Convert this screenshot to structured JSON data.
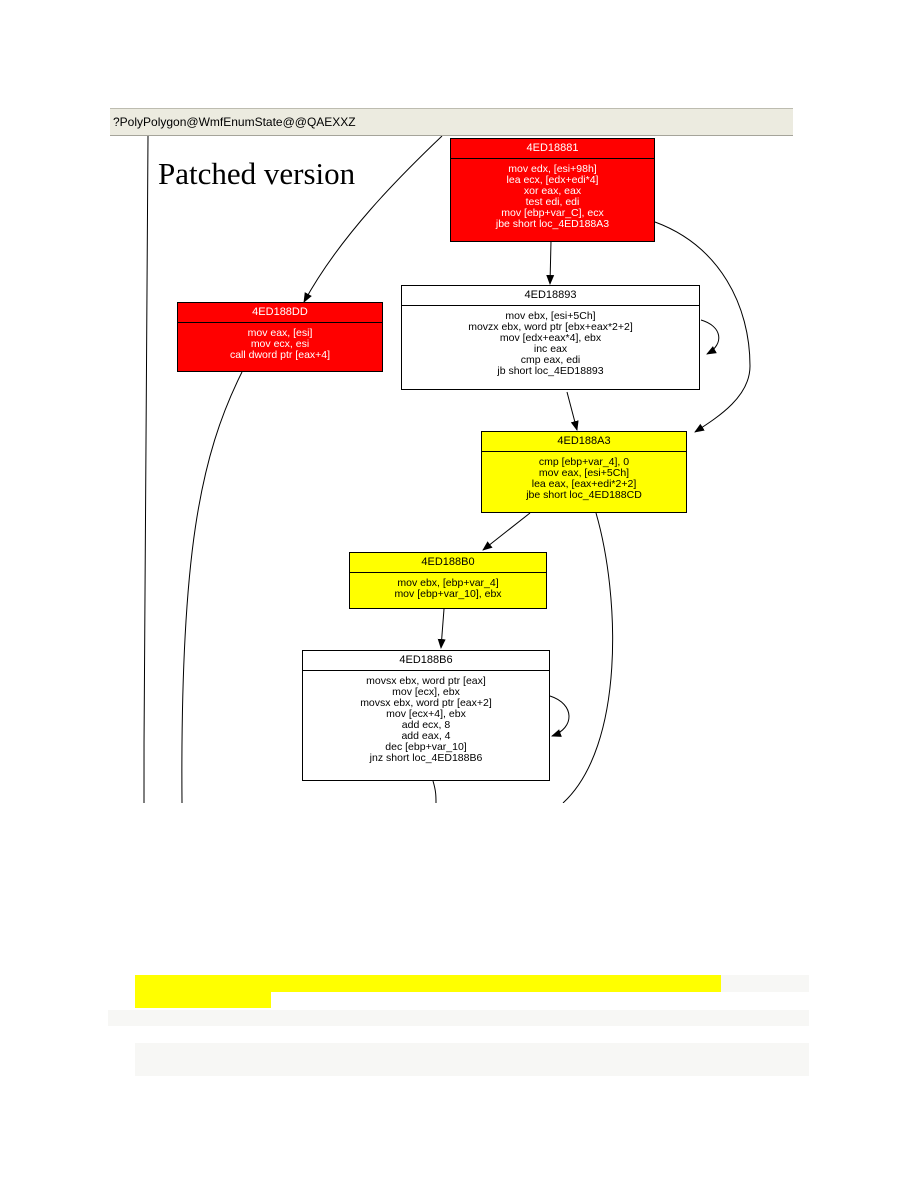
{
  "window": {
    "title": "?PolyPolygon@WmfEnumState@@QAEXXZ"
  },
  "caption": "Patched version",
  "colors": {
    "red_node": "#ff0000",
    "yellow_node": "#ffff00",
    "white_node": "#ffffff",
    "highlight": "#ffff00"
  },
  "nodes": [
    {
      "id": "n1",
      "address": "4ED18881",
      "color": "red",
      "lines": [
        "mov edx, [esi+98h]",
        "lea ecx, [edx+edi*4]",
        "xor eax, eax",
        "test edi, edi",
        "mov [ebp+var_C], ecx",
        "jbe short loc_4ED188A3"
      ]
    },
    {
      "id": "n2",
      "address": "4ED18893",
      "color": "white",
      "lines": [
        "mov ebx, [esi+5Ch]",
        "movzx ebx, word ptr [ebx+eax*2+2]",
        "mov [edx+eax*4], ebx",
        "inc eax",
        "cmp eax, edi",
        "jb short loc_4ED18893"
      ]
    },
    {
      "id": "n3",
      "address": "4ED188DD",
      "color": "red",
      "lines": [
        "mov eax, [esi]",
        "mov ecx, esi",
        "call dword ptr [eax+4]"
      ]
    },
    {
      "id": "n4",
      "address": "4ED188A3",
      "color": "yellow",
      "lines": [
        "cmp [ebp+var_4], 0",
        "mov eax, [esi+5Ch]",
        "lea eax, [eax+edi*2+2]",
        "jbe short loc_4ED188CD"
      ]
    },
    {
      "id": "n5",
      "address": "4ED188B0",
      "color": "yellow",
      "lines": [
        "mov ebx, [ebp+var_4]",
        "mov [ebp+var_10], ebx"
      ]
    },
    {
      "id": "n6",
      "address": "4ED188B6",
      "color": "white",
      "lines": [
        "movsx ebx, word ptr [eax]",
        "mov [ecx], ebx",
        "movsx ebx, word ptr [eax+2]",
        "mov [ecx+4], ebx",
        "add ecx, 8",
        "add eax, 4",
        "dec [ebp+var_10]",
        "jnz short loc_4ED188B6"
      ]
    }
  ]
}
